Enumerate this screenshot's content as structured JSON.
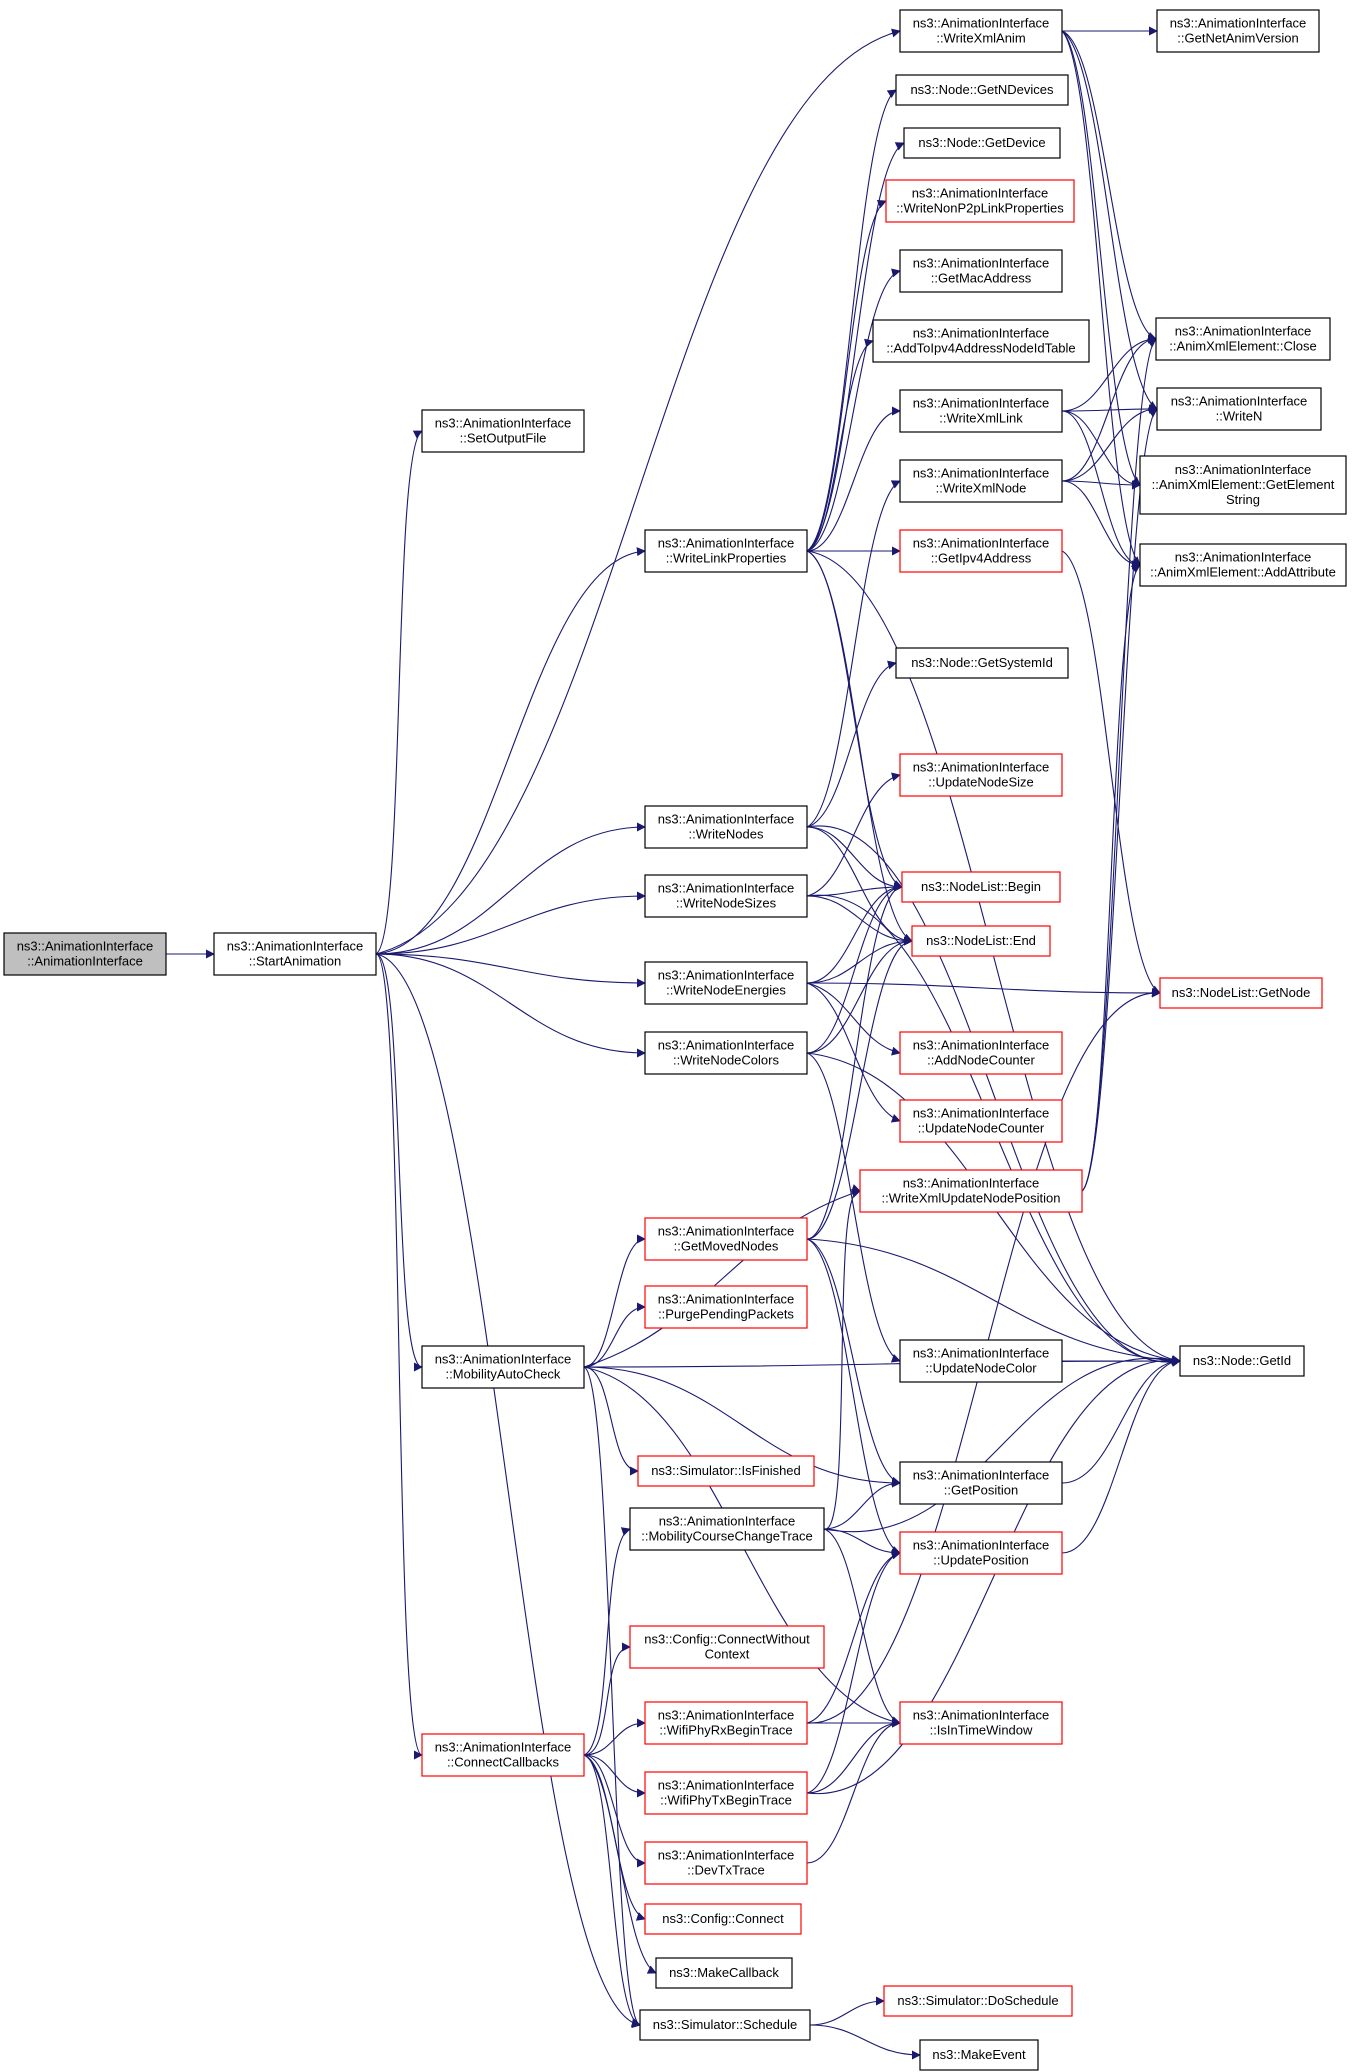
{
  "colors": {
    "edge": "#191970",
    "box_normal": "#000000",
    "box_truncated": "#ff0000",
    "box_root_fill": "#bfbfbf",
    "box_fill": "#ffffff"
  },
  "nodes": [
    {
      "id": "root",
      "lines": [
        "ns3::AnimationInterface",
        "::AnimationInterface"
      ],
      "kind": "root"
    },
    {
      "id": "start",
      "lines": [
        "ns3::AnimationInterface",
        "::StartAnimation"
      ],
      "kind": "normal"
    },
    {
      "id": "setout",
      "lines": [
        "ns3::AnimationInterface",
        "::SetOutputFile"
      ],
      "kind": "normal"
    },
    {
      "id": "wxa",
      "lines": [
        "ns3::AnimationInterface",
        "::WriteXmlAnim"
      ],
      "kind": "normal"
    },
    {
      "id": "gnav",
      "lines": [
        "ns3::AnimationInterface",
        "::GetNetAnimVersion"
      ],
      "kind": "normal"
    },
    {
      "id": "gnd",
      "lines": [
        "ns3::Node::GetNDevices"
      ],
      "kind": "normal"
    },
    {
      "id": "gdev",
      "lines": [
        "ns3::Node::GetDevice"
      ],
      "kind": "normal"
    },
    {
      "id": "wnp2p",
      "lines": [
        "ns3::AnimationInterface",
        "::WriteNonP2pLinkProperties"
      ],
      "kind": "truncated"
    },
    {
      "id": "gmac",
      "lines": [
        "ns3::AnimationInterface",
        "::GetMacAddress"
      ],
      "kind": "normal"
    },
    {
      "id": "aipv4",
      "lines": [
        "ns3::AnimationInterface",
        "::AddToIpv4AddressNodeIdTable"
      ],
      "kind": "normal"
    },
    {
      "id": "close",
      "lines": [
        "ns3::AnimationInterface",
        "::AnimXmlElement::Close"
      ],
      "kind": "normal"
    },
    {
      "id": "wn",
      "lines": [
        "ns3::AnimationInterface",
        "::WriteN"
      ],
      "kind": "normal"
    },
    {
      "id": "wxl",
      "lines": [
        "ns3::AnimationInterface",
        "::WriteXmlLink"
      ],
      "kind": "normal"
    },
    {
      "id": "ges",
      "lines": [
        "ns3::AnimationInterface",
        "::AnimXmlElement::GetElement",
        "String"
      ],
      "kind": "normal"
    },
    {
      "id": "wxn",
      "lines": [
        "ns3::AnimationInterface",
        "::WriteXmlNode"
      ],
      "kind": "normal"
    },
    {
      "id": "aattr",
      "lines": [
        "ns3::AnimationInterface",
        "::AnimXmlElement::AddAttribute"
      ],
      "kind": "normal"
    },
    {
      "id": "wlp",
      "lines": [
        "ns3::AnimationInterface",
        "::WriteLinkProperties"
      ],
      "kind": "normal"
    },
    {
      "id": "gip",
      "lines": [
        "ns3::AnimationInterface",
        "::GetIpv4Address"
      ],
      "kind": "truncated"
    },
    {
      "id": "gsys",
      "lines": [
        "ns3::Node::GetSystemId"
      ],
      "kind": "normal"
    },
    {
      "id": "uns",
      "lines": [
        "ns3::AnimationInterface",
        "::UpdateNodeSize"
      ],
      "kind": "truncated"
    },
    {
      "id": "wnodes",
      "lines": [
        "ns3::AnimationInterface",
        "::WriteNodes"
      ],
      "kind": "normal"
    },
    {
      "id": "begin",
      "lines": [
        "ns3::NodeList::Begin"
      ],
      "kind": "truncated"
    },
    {
      "id": "wns",
      "lines": [
        "ns3::AnimationInterface",
        "::WriteNodeSizes"
      ],
      "kind": "normal"
    },
    {
      "id": "end",
      "lines": [
        "ns3::NodeList::End"
      ],
      "kind": "truncated"
    },
    {
      "id": "wne",
      "lines": [
        "ns3::AnimationInterface",
        "::WriteNodeEnergies"
      ],
      "kind": "normal"
    },
    {
      "id": "gnode",
      "lines": [
        "ns3::NodeList::GetNode"
      ],
      "kind": "truncated"
    },
    {
      "id": "wnc",
      "lines": [
        "ns3::AnimationInterface",
        "::WriteNodeColors"
      ],
      "kind": "normal"
    },
    {
      "id": "anc",
      "lines": [
        "ns3::AnimationInterface",
        "::AddNodeCounter"
      ],
      "kind": "truncated"
    },
    {
      "id": "unc",
      "lines": [
        "ns3::AnimationInterface",
        "::UpdateNodeCounter"
      ],
      "kind": "truncated"
    },
    {
      "id": "wxunp",
      "lines": [
        "ns3::AnimationInterface",
        "::WriteXmlUpdateNodePosition"
      ],
      "kind": "truncated"
    },
    {
      "id": "gmn",
      "lines": [
        "ns3::AnimationInterface",
        "::GetMovedNodes"
      ],
      "kind": "truncated"
    },
    {
      "id": "ppp",
      "lines": [
        "ns3::AnimationInterface",
        "::PurgePendingPackets"
      ],
      "kind": "truncated"
    },
    {
      "id": "mac",
      "lines": [
        "ns3::AnimationInterface",
        "::MobilityAutoCheck"
      ],
      "kind": "normal"
    },
    {
      "id": "unco",
      "lines": [
        "ns3::AnimationInterface",
        "::UpdateNodeColor"
      ],
      "kind": "normal"
    },
    {
      "id": "getid",
      "lines": [
        "ns3::Node::GetId"
      ],
      "kind": "normal"
    },
    {
      "id": "isfin",
      "lines": [
        "ns3::Simulator::IsFinished"
      ],
      "kind": "truncated"
    },
    {
      "id": "gpos",
      "lines": [
        "ns3::AnimationInterface",
        "::GetPosition"
      ],
      "kind": "normal"
    },
    {
      "id": "mcct",
      "lines": [
        "ns3::AnimationInterface",
        "::MobilityCourseChangeTrace"
      ],
      "kind": "normal"
    },
    {
      "id": "upos",
      "lines": [
        "ns3::AnimationInterface",
        "::UpdatePosition"
      ],
      "kind": "truncated"
    },
    {
      "id": "ccwc",
      "lines": [
        "ns3::Config::ConnectWithout",
        "Context"
      ],
      "kind": "truncated"
    },
    {
      "id": "wprx",
      "lines": [
        "ns3::AnimationInterface",
        "::WifiPhyRxBeginTrace"
      ],
      "kind": "truncated"
    },
    {
      "id": "itw",
      "lines": [
        "ns3::AnimationInterface",
        "::IsInTimeWindow"
      ],
      "kind": "truncated"
    },
    {
      "id": "cc",
      "lines": [
        "ns3::AnimationInterface",
        "::ConnectCallbacks"
      ],
      "kind": "truncated"
    },
    {
      "id": "wptx",
      "lines": [
        "ns3::AnimationInterface",
        "::WifiPhyTxBeginTrace"
      ],
      "kind": "truncated"
    },
    {
      "id": "dtx",
      "lines": [
        "ns3::AnimationInterface",
        "::DevTxTrace"
      ],
      "kind": "truncated"
    },
    {
      "id": "cconn",
      "lines": [
        "ns3::Config::Connect"
      ],
      "kind": "truncated"
    },
    {
      "id": "mcb",
      "lines": [
        "ns3::MakeCallback"
      ],
      "kind": "normal"
    },
    {
      "id": "dosch",
      "lines": [
        "ns3::Simulator::DoSchedule"
      ],
      "kind": "truncated"
    },
    {
      "id": "sched",
      "lines": [
        "ns3::Simulator::Schedule"
      ],
      "kind": "normal"
    },
    {
      "id": "mev",
      "lines": [
        "ns3::MakeEvent"
      ],
      "kind": "normal"
    }
  ]
}
